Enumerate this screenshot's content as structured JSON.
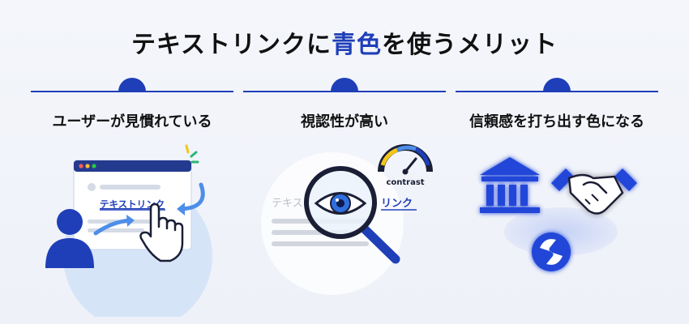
{
  "title": {
    "prefix": "テキストリンクに",
    "accent": "青色",
    "suffix": "を使うメリット"
  },
  "colors": {
    "accent": "#1f3fb8",
    "link": "#1f3fb8",
    "light_blue": "#cfe0f7"
  },
  "columns": [
    {
      "subtitle": "ユーザーが見慣れている",
      "link_text": "テキストリンク"
    },
    {
      "subtitle": "視認性が高い",
      "ghost_left": "テキス",
      "ghost_right": "リンク",
      "gauge_label": "contrast"
    },
    {
      "subtitle": "信頼感を打ち出す色になる"
    }
  ]
}
